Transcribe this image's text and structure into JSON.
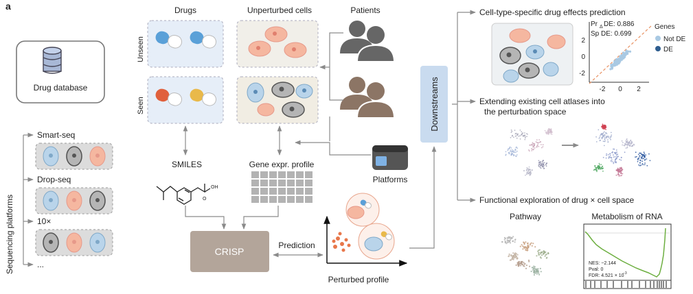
{
  "panel_label": "a",
  "left": {
    "database_label": "Drug database",
    "platforms_axis_label": "Sequencing platforms",
    "platforms": [
      "Smart-seq",
      "Drop-seq",
      "10×",
      "..."
    ]
  },
  "inputs": {
    "drugs_header": "Drugs",
    "cells_header": "Unperturbed cells",
    "patients_header": "Patients",
    "row_unseen": "Unseen",
    "row_seen": "Seen",
    "smiles_label": "SMILES",
    "smiles_oh": "OH",
    "smiles_o": "O",
    "gene_profile_label": "Gene expr. profile",
    "platforms_device_label": "Platforms"
  },
  "model": {
    "name": "CRISP",
    "prediction_label": "Prediction",
    "perturbed_label": "Perturbed profile"
  },
  "downstreams_label": "Downstreams",
  "right": {
    "section1_title": "Cell-type-specific drug effects prediction",
    "section2_title_line1": "Extending existing cell atlases into",
    "section2_title_line2": "the perturbation space",
    "section3_title": "Functional exploration of drug × cell space",
    "pathway_title": "Pathway",
    "gsea_title": "Metabolism of RNA"
  },
  "scatter": {
    "pr_prefix": "Pr",
    "pr_sub": "Δ",
    "pr_text": " DE: 0.886",
    "sp_text": "Sp DE: 0.699",
    "legend_title": "Genes",
    "legend_items": [
      {
        "label": "Not DE",
        "color": "#a9c9e3"
      },
      {
        "label": "DE",
        "color": "#2e5d8f"
      }
    ],
    "x_ticks": [
      "-2",
      "0",
      "2"
    ],
    "y_ticks": [
      "2",
      "0",
      "-2"
    ]
  },
  "gsea": {
    "nes": "NES: −2.144",
    "pval": "Pval: 0",
    "fdr_prefix": "FDR: 4.521 × 10",
    "fdr_exp": "−3",
    "curve_color": "#6cae3f"
  },
  "colors": {
    "arrow": "#8a8a8a",
    "panel_blue": "#e6eef8",
    "panel_beige": "#f1ede3",
    "crisp_box": "#b3a59a",
    "downstreams_box": "#c9dbef",
    "person": "#666666",
    "person_brown": "#8c7565"
  }
}
